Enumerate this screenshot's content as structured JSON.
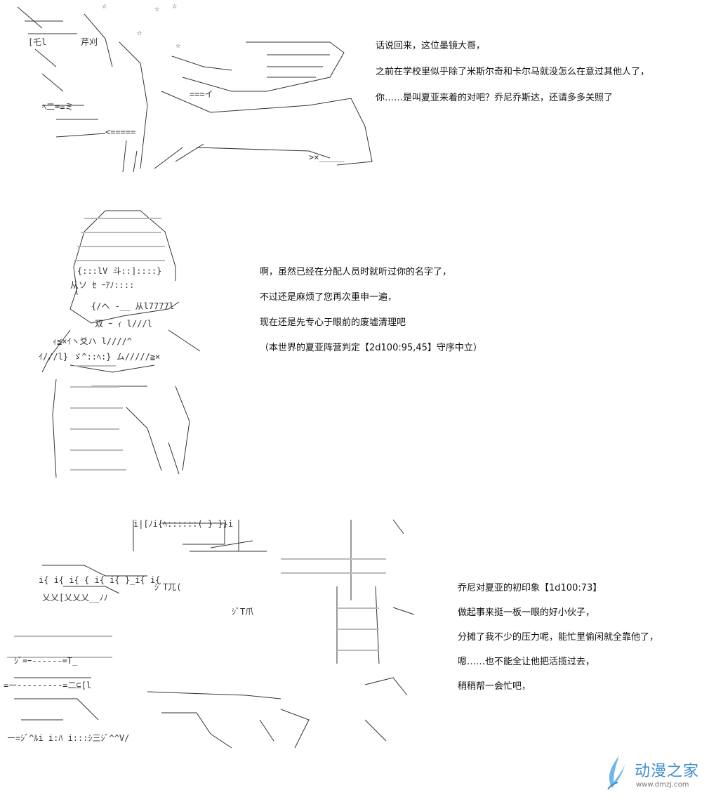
{
  "panels": [
    {
      "lines": [
        "话说回来，这位墨镜大哥，",
        "之前在学校里似乎除了米斯尔奇和卡尔马就没怎么在意过其他人了，",
        "你……是叫夏亚来着的对吧？乔尼乔斯达，还请多多关照了"
      ]
    },
    {
      "lines": [
        "啊，虽然已经在分配人员时就听过你的名字了，",
        "不过还是麻烦了您再次重申一遍，",
        "现在还是先专心于眼前的废墟清理吧",
        "（本世界的夏亚阵营判定【2d100:95,45】守序中立）"
      ]
    },
    {
      "lines": [
        "乔尼对夏亚的初印象【1d100:73】",
        "做起事来挺一板一眼的好小伙子，",
        "分摊了我不少的压力呢，能忙里偷闲就全靠他了，",
        "嗯……也不能全让他把活揽过去，",
        "稍稍帮一会忙吧，"
      ]
    }
  ],
  "watermark": {
    "name": "动漫之家",
    "url": "www.dmzj.com",
    "logo_icon": "feather-drop-icon",
    "color": "#3f8fd0"
  }
}
